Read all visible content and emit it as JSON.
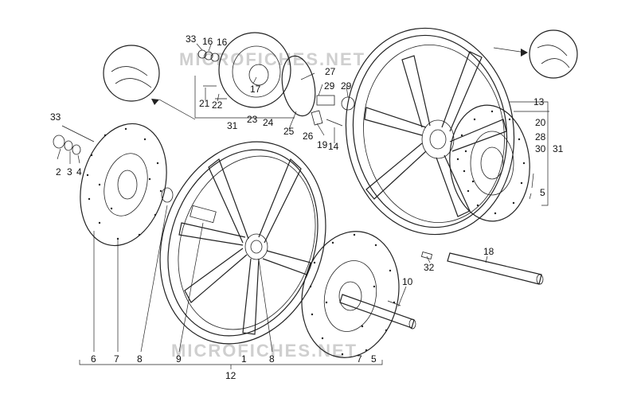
{
  "watermarks": [
    "MICROFICHES.NET",
    "MICROFICHES.NET"
  ],
  "labels": {
    "l33a": "33",
    "l16a": "16",
    "l16b": "16",
    "l17": "17",
    "l27": "27",
    "l29a": "29",
    "l29b": "29",
    "l21": "21",
    "l22": "22",
    "l23": "23",
    "l24": "24",
    "l25": "25",
    "l26": "26",
    "l19": "19",
    "l14": "14",
    "l31a": "31",
    "l13": "13",
    "l20": "20",
    "l28": "28",
    "l30": "30",
    "l31b": "31",
    "l5a": "5",
    "l33b": "33",
    "l2": "2",
    "l3": "3",
    "l4": "4",
    "l6": "6",
    "l7a": "7",
    "l8a": "8",
    "l9": "9",
    "l1": "1",
    "l8b": "8",
    "l7b": "7",
    "l5b": "5",
    "l10": "10",
    "l32": "32",
    "l18": "18",
    "l12": "12"
  }
}
